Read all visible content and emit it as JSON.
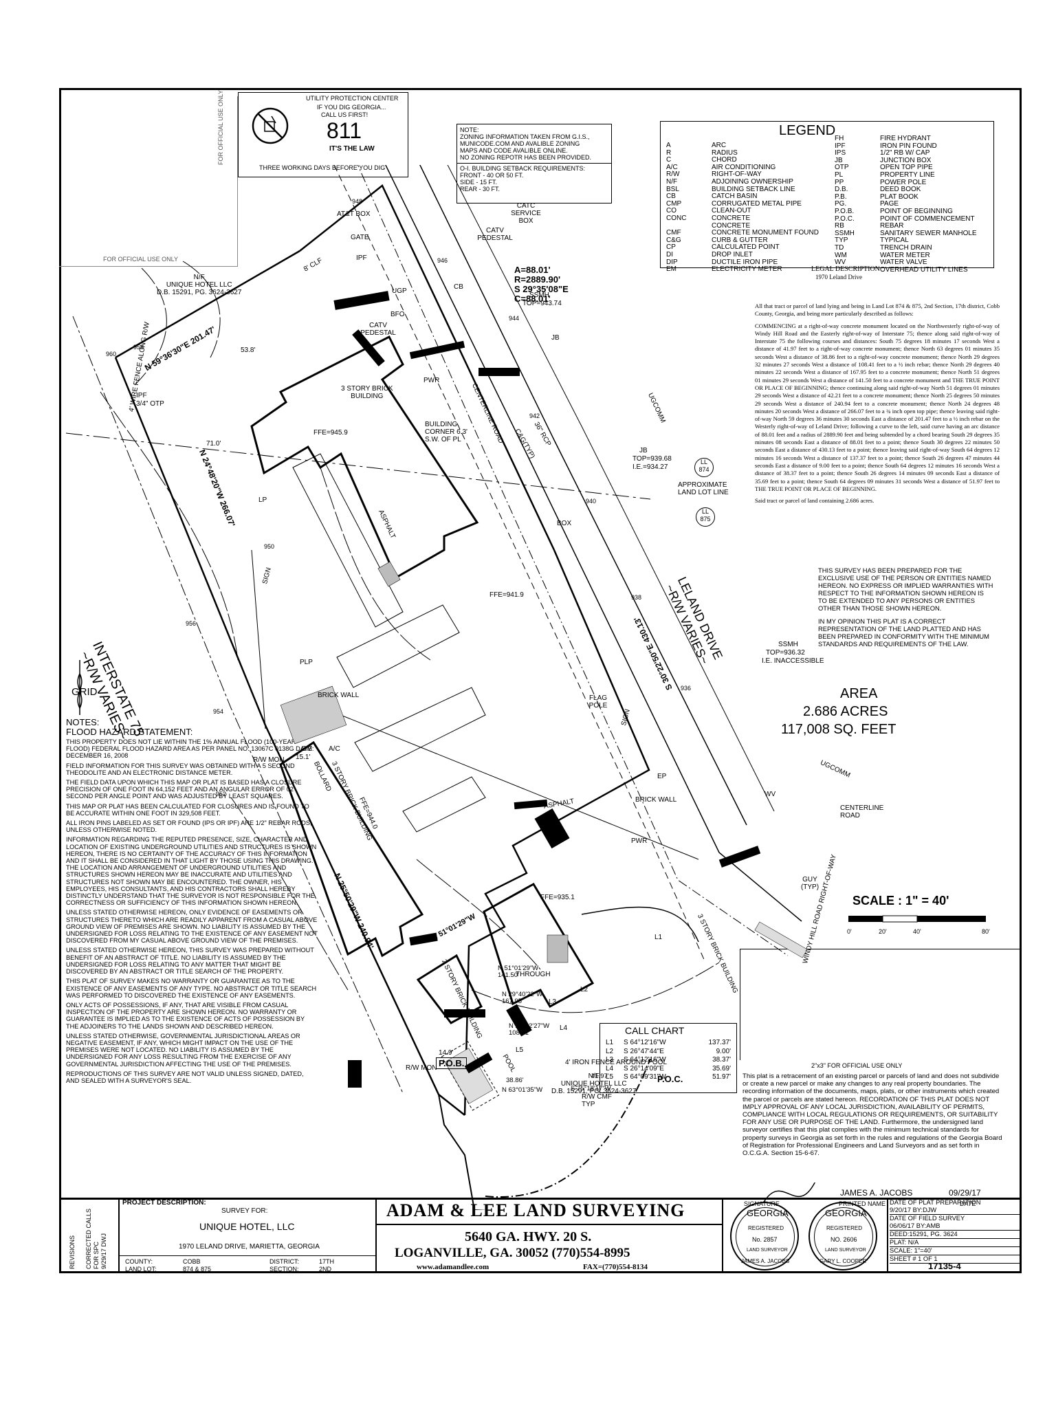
{
  "utility": {
    "header": "UTILITY PROTECTION CENTER",
    "line1": "IF YOU DIG GEORGIA...",
    "line2": "CALL US FIRST!",
    "number": "811",
    "law": "IT'S THE LAW",
    "footer": "THREE WORKING DAYS BEFORE YOU DIG"
  },
  "official_use_vertical": "FOR OFFICIAL USE ONLY",
  "official_use_bottom": "FOR OFFICIAL USE ONLY",
  "zoning_note": {
    "lines": [
      "NOTE:",
      "ZONING INFORMATION TAKEN FROM G.I.S.,",
      "MUNICODE.COM AND AVALIBLE ZONING",
      "MAPS AND CODE AVALIBLE ONLINE.",
      "NO ZONING REPOTR HAS BEEN PROVIDED."
    ],
    "setback": [
      "O-I. BUILDING SETBACK REQUIREMENTS:",
      "FRONT - 40 OR 50 FT.",
      "SIDE - 15 FT.",
      "REAR - 30 FT."
    ]
  },
  "legend": {
    "title": "LEGEND",
    "left": [
      [
        "A",
        "ARC"
      ],
      [
        "R",
        "RADIUS"
      ],
      [
        "C",
        "CHORD"
      ],
      [
        "A/C",
        "AIR CONDITIONING"
      ],
      [
        "R/W",
        "RIGHT-OF-WAY"
      ],
      [
        "N/F",
        "ADJOINING OWNERSHIP"
      ],
      [
        "BSL",
        "BUILDING SETBACK LINE"
      ],
      [
        "CB",
        "CATCH BASIN"
      ],
      [
        "CMP",
        "CORRUGATED METAL PIPE"
      ],
      [
        "CO",
        "CLEAN-OUT"
      ],
      [
        "CONC",
        "CONCRETE"
      ],
      [
        "",
        "CONCRETE"
      ],
      [
        "CMF",
        "CONCRETE MONUMENT FOUND"
      ],
      [
        "C&G",
        "CURB & GUTTER"
      ],
      [
        "CP",
        "CALCULATED POINT"
      ],
      [
        "DI",
        "DROP INLET"
      ],
      [
        "DIP",
        "DUCTILE IRON PIPE"
      ],
      [
        "EM",
        "ELECTRICITY METER"
      ]
    ],
    "right": [
      [
        "FH",
        "FIRE HYDRANT"
      ],
      [
        "IPF",
        "IRON PIN FOUND"
      ],
      [
        "IPS",
        "1/2\" RB W/ CAP"
      ],
      [
        "JB",
        "JUNCTION BOX"
      ],
      [
        "OTP",
        "OPEN TOP PIPE"
      ],
      [
        "PL",
        "PROPERTY LINE"
      ],
      [
        "PP",
        "POWER POLE"
      ],
      [
        "D.B.",
        "DEED BOOK"
      ],
      [
        "P.B.",
        "PLAT BOOK"
      ],
      [
        "PG.",
        "PAGE"
      ],
      [
        "P.O.B.",
        "POINT OF BEGINNING"
      ],
      [
        "P.O.C.",
        "POINT OF COMMENCEMENT"
      ],
      [
        "RB",
        "REBAR"
      ],
      [
        "SSMH",
        "SANITARY SEWER MANHOLE"
      ],
      [
        "TYP",
        "TYPICAL"
      ],
      [
        "TD",
        "TRENCH DRAIN"
      ],
      [
        "WM",
        "WATER METER"
      ],
      [
        "WV",
        "WATER VALVE"
      ],
      [
        "",
        "OVERHEAD UTILITY LINES"
      ]
    ]
  },
  "legal": {
    "title": "LEGAL DESCRIPTION",
    "subtitle": "1970 Leland Drive",
    "p1": "All that tract or parcel of land lying and being in Land Lot 874 & 875, 2nd Section, 17th district, Cobb County, Georgia, and being more particularly described as follows:",
    "p2": "COMMENCING at a right-of-way concrete monument located on the Northwesterly right-of-way of Windy Hill Road and the Easterly right-of-way of Interstate 75; thence along said right-of-way of Interstate 75 the following courses and distances: South 75 degrees 18 minutes 17 seconds West a distance of 41.97 feet to a right-of-way concrete monument; thence North 63 degrees 01 minutes 35 seconds West a distance of 38.86 feet to a right-of-way concrete monument; thence North 29 degrees 32 minutes 27 seconds West a distance of 108.41 feet to a ½ inch rebar; thence North 29 degrees 40 minutes 22 seconds West a distance of 167.95 feet to a concrete monument; thence North 51 degrees 01 minutes 29 seconds West a distance of 141.50 feet to a concrete monument and THE TRUE POINT OR PLACE OF BEGINNING; thence continuing along said right-of-way North 51 degrees 01 minutes 29 seconds West a distance of 42.21 feet to a concrete monument; thence North 25 degrees 50 minutes 29 seconds West a distance of 240.94 feet to a concrete monument; thence North 24 degrees 48 minutes 20 seconds West a distance of 266.07 feet to a ¾ inch open top pipe; thence leaving said right-of-way North 59 degrees 36 minutes 30 seconds East a distance of 201.47 feet to a ½ inch rebar on the Westerly right-of-way of Leland Drive; following a curve to the left, said curve having an arc distance of 88.01 feet and a radius of 2889.90 feet and being subtended by a chord bearing South 29 degrees 35 minutes 08 seconds East a distance of 88.01 feet to a point; thence South 30 degrees 22 minutes 50 seconds East a distance of 430.13 feet to a point; thence leaving said right-of-way South 64 degrees 12 minutes 16 seconds West a distance of 137.37 feet to a point; thence South 26 degrees 47 minutes 44 seconds East a distance of 9.00 feet to a point; thence South 64 degrees 12 minutes 16 seconds West a distance of 38.37 feet to a point; thence South 26 degrees 14 minutes 09 seconds East a distance of 35.69 feet to a point; thence South 64 degrees 09 minutes 31 seconds West a distance of 51.97 feet to THE TRUE POINT OR PLACE OF BEGINNING.",
    "p3": "Said tract or parcel of land containing 2.686 acres."
  },
  "exclusive_use": "THIS SURVEY HAS BEEN PREPARED FOR THE EXCLUSIVE USE OF THE PERSON OR ENTITIES NAMED HEREON. NO EXPRESS OR IMPLIED WARRANTIES WITH RESPECT TO THE INFORMATION SHOWN HEREON IS TO BE EXTENDED TO ANY PERSONS OR ENTITIES OTHER THAN THOSE SHOWN HEREON.",
  "opinion": "IN MY OPINION THIS PLAT IS A CORRECT REPRESENTATION OF THE LAND PLATTED AND HAS BEEN PREPARED IN CONFORMITY WITH THE MINIMUM STANDARDS AND REQUIREMENTS OF THE LAW.",
  "area": {
    "label": "AREA",
    "acres": "2.686 ACRES",
    "sqft": "117,008 SQ. FEET"
  },
  "scale": {
    "label": "SCALE : 1\" = 40'",
    "ticks": [
      "0'",
      "20'",
      "40'",
      "80'"
    ]
  },
  "call_chart": {
    "title": "CALL CHART",
    "rows": [
      [
        "L1",
        "S 64°12'16\"W",
        "137.37'"
      ],
      [
        "L2",
        "S 26°47'44\"E",
        "9.00'"
      ],
      [
        "L3",
        "S 64°12'16\"W",
        "38.37'"
      ],
      [
        "L4",
        "S 26°14'09\"E",
        "35.69'"
      ],
      [
        "L5",
        "S 64°09'31\"W",
        "51.97'"
      ]
    ]
  },
  "notes": {
    "title": "NOTES:",
    "flood_title": "FLOOD HAZARD STATEMENT:",
    "items": [
      "THIS PROPERTY DOES NOT LIE WITHIN THE 1% ANNUAL FLOOD (100-YEAR FLOOD) FEDERAL FLOOD HAZARD AREA AS PER PANEL NO. 13067C 0138G DATE: DECEMBER 16, 2008",
      "FIELD INFORMATION FOR THIS SURVEY WAS OBTAINED WITH A 5 SECOND THEODOLITE AND AN ELECTRONIC DISTANCE METER.",
      "THE FIELD DATA UPON WHICH THIS MAP OR PLAT IS BASED HAS A CLOSURE PRECISION OF ONE FOOT IN 64,152 FEET AND AN ANGULAR ERROR OF 02 SECOND PER ANGLE POINT AND WAS ADJUSTED BY LEAST SQUARES.",
      "THIS MAP OR PLAT HAS BEEN CALCULATED FOR CLOSURES AND IS FOUND TO BE ACCURATE WITHIN ONE FOOT IN 329,508 FEET.",
      "ALL IRON PINS LABELED AS SET OR FOUND (IPS OR IPF) ARE 1/2\" REBAR RODS, UNLESS OTHERWISE NOTED.",
      "INFORMATION REGARDING THE REPUTED PRESENCE, SIZE, CHARACTER AND LOCATION OF EXISTING UNDERGROUND UTILITIES AND STRUCTURES IS SHOWN HEREON, THERE IS NO CERTAINTY OF THE ACCURACY OF THIS INFORMATION AND IT SHALL BE CONSIDERED IN THAT LIGHT BY THOSE USING THIS DRAWING. THE LOCATION AND ARRANGEMENT OF UNDERGROUND UTILITIES AND STRUCTURES SHOWN HEREON MAY BE INACCURATE AND UTILITIES AND STRUCTURES NOT SHOWN MAY BE ENCOUNTERED. THE OWNER, HIS EMPLOYEES, HIS CONSULTANTS, AND HIS CONTRACTORS SHALL HEREBY DISTINCTLY UNDERSTAND THAT THE SURVEYOR IS NOT RESPONSIBLE FOR THE CORRECTNESS OR SUFFICIENCY OF THIS INFORMATION SHOWN HEREON.",
      "UNLESS STATED OTHERWISE HEREON, ONLY EVIDENCE OF EASEMENTS OR STRUCTURES THERETO WHICH ARE READILY APPARENT FROM A CASUAL ABOVE GROUND VIEW OF PREMISES ARE SHOWN. NO LIABILITY IS ASSUMED BY THE UNDERSIGNED FOR LOSS RELATING TO THE EXISTENCE OF ANY EASEMENT NOT DISCOVERED FROM MY CASUAL ABOVE GROUND VIEW OF THE PREMISES.",
      "UNLESS STATED OTHERWISE HEREON, THIS SURVEY WAS PREPARED WITHOUT BENEFIT OF AN ABSTRACT OF TITLE. NO LIABILITY IS ASSUMED BY THE UNDERSIGNED FOR LOSS RELATING TO ANY MATTER THAT MIGHT BE DISCOVERED BY AN ABSTRACT OR TITLE SEARCH OF THE PROPERTY.",
      "THIS PLAT OF SURVEY MAKES NO WARRANTY OR GUARANTEE AS TO THE EXISTENCE OF ANY EASEMENTS OF ANY TYPE. NO ABSTRACT OR TITLE SEARCH WAS PERFORMED TO DISCOVERED THE EXISTENCE OF ANY EASEMENTS.",
      "ONLY ACTS OF POSSESSIONS, IF ANY, THAT ARE VISIBLE FROM CASUAL INSPECTION OF THE PROPERTY ARE SHOWN HEREON. NO WARRANTY OR GUARANTEE IS IMPLIED AS TO THE EXISTENCE OF ACTS OF POSSESSION BY THE ADJOINERS TO THE LANDS SHOWN AND DESCRIBED HEREON.",
      "UNLESS STATED OTHERWISE, GOVERNMENTAL JURISDICTIONAL AREAS OR NEGATIVE EASEMENT, IF ANY, WHICH MIGHT IMPACT ON THE USE OF THE PREMISES WERE NOT LOCATED. NO LIABILITY IS ASSUMED BY THE UNDERSIGNED FOR ANY LOSS RESULTING FROM THE EXERCISE OF ANY GOVERNMENTAL JURISDICTION AFFECTING THE USE OF THE PREMISES.",
      "REPRODUCTIONS OF THIS SURVEY ARE NOT VALID UNLESS SIGNED, DATED, AND SEALED WITH A SURVEYOR'S SEAL."
    ]
  },
  "retracement": {
    "official": "2\"x3\" FOR OFFICIAL USE ONLY",
    "text": "This plat is a retracement of an existing parcel or parcels of land and does not subdivide or create a new parcel or make any changes to any real property boundaries. The recording information of the documents, maps, plats, or other instruments which created the parcel or parcels are stated hereon. RECORDATION OF THIS PLAT DOES NOT IMPLY APPROVAL OF ANY LOCAL JURISDICTION, AVAILABILITY OF PERMITS, COMPLIANCE WITH LOCAL REGULATIONS OR REQUIREMENTS, OR SUITABILITY FOR ANY USE OR PURPOSE OF THE LAND. Furthermore, the undersigned land surveyor certifies that this plat complies with the minimum technical standards for property surveys in Georgia as set forth in the rules and regulations of the Georgia Board of Registration for Professional Engineers and Land Surveyors and as set forth in O.C.G.A. Section 15-6-67."
  },
  "signature": {
    "name": "JAMES A. JACOBS",
    "date": "09/29/17",
    "sig_label": "SIGNATURE",
    "printed_label": "PRINTED NAME",
    "date_label": "DATE"
  },
  "title_block": {
    "revisions": "REVISIONS",
    "rev1": "CORRECTED CALLS FOR SPC",
    "rev2": "9/29/17 DWJ",
    "project_desc": "PROJECT DESCRIPTION:",
    "survey_for": "SURVEY FOR:",
    "client": "UNIQUE HOTEL, LLC",
    "address": "1970 LELAND DRIVE, MARIETTA, GEORGIA",
    "county_label": "COUNTY:",
    "county": "COBB",
    "district_label": "DISTRICT:",
    "district": "17TH",
    "landlot_label": "LAND LOT:",
    "landlot": "874 & 875",
    "section_label": "SECTION:",
    "section": "2ND",
    "company": "ADAM & LEE LAND SURVEYING",
    "company_addr1": "5640 GA. HWY. 20 S.",
    "company_addr2": "LOGANVILLE, GA. 30052 (770)554-8995",
    "website": "www.adamandlee.com",
    "fax": "FAX=(770)554-8134",
    "seal1": {
      "top": "GEORGIA",
      "mid": "REGISTERED",
      "no": "No. 2857",
      "ring": "LAND SURVEYOR",
      "name": "JAMES A. JACOBS"
    },
    "seal2": {
      "top": "GEORGIA",
      "mid": "REGISTERED",
      "no": "NO. 2606",
      "ring": "LAND SURVEYOR",
      "name": "GARY L. COOPER"
    },
    "info": [
      "DATE OF PLAT PREPARATION",
      "9/20/17 BY:DJW",
      "DATE OF FIELD SURVEY",
      "06/06/17 BY:AMB",
      "DEED:15291, PG. 3624",
      "PLAT: N/A",
      "SCALE: 1\"=40'",
      "SHEET # 1 OF 1"
    ],
    "job": "17135-4"
  },
  "map": {
    "owner_top": [
      "N/F",
      "UNIQUE HOTEL LLC",
      "D.B. 15291, PG. 3624-3627"
    ],
    "owner_bottom": [
      "N/F",
      "UNIQUE HOTEL LLC",
      "D.B. 15291, PG. 3624-3627"
    ],
    "curve": [
      "A=88.01'",
      "R=2889.90'",
      "S 29°35'08\"E",
      "C=88.01'"
    ],
    "interstate": [
      "INTERSTATE 75",
      "~R/W VARIES~"
    ],
    "leland": [
      "LELAND DRIVE",
      "~R/W VARIES~"
    ],
    "bearings": {
      "b1": "N 59°36'30\"E",
      "b1d": "201.47'",
      "b2": "N 24°48'20\"W",
      "b2d": "266.07'",
      "b3": "N 25°50'29\"W",
      "b3d": "240.94'",
      "b4": "N 51°01'29\"W",
      "b5": "S 30°22'50\"E",
      "b5d": "430.13'"
    },
    "poc_lines": [
      "N 51°01'29\"W",
      "141.50'",
      "N 29°40'22\"W",
      "167.95'",
      "N 29°32'27\"W",
      "108.41'",
      "38.86'",
      "N 63°01'35\"W",
      "41.97'",
      "S 75°18'17\"W"
    ],
    "labels": {
      "grid": "GRID",
      "pob": "P.O.B.",
      "poc": "P.O.C.",
      "att": "AT&T BOX",
      "gate": "GATE",
      "catc": "CATC SERVICE BOX",
      "catv1": "CATV PEDESTAL",
      "catv2": "CATV PEDESTAL",
      "ssmh1": "SSMH",
      "ssmh1v": "TOP=943.74",
      "jb": "JB",
      "jbv1": "TOP=939.68",
      "jbv2": "I.E.=934.27",
      "ssmh2": "SSMH",
      "ssmh2v1": "TOP=936.32",
      "ssmh2v2": "I.E. INACCESSIBLE",
      "bldg1a": "3 STORY BRICK",
      "bldg1b": "BUILDING",
      "ffe1": "FFE=945.9",
      "corner": "BUILDING CORNER 6.3' S.W. OF PL",
      "asphalt1": "ASPHALT",
      "asphalt2": "ASPHALT",
      "ffe2": "FFE=941.9",
      "ffe3": "FFE=944.0",
      "ffe4": "FFE=935.1",
      "bldg2": "3 STORY BRICK BUILDING",
      "bldg3": "2 STORY BRICK BUILDING",
      "bldg4": "3 STORY BRICK BUILDING",
      "through": "THROUGH",
      "fence": "4' IRON FENCE AROUND POOL",
      "pool": "POOL",
      "flag": "FLAG POLE",
      "sign1": "SIGN",
      "sign2": "SIGN",
      "llline": "APPROXIMATE LAND LOT LINE",
      "ll874": "LL 874",
      "ll875": "LL 875",
      "centerline1": "CENTERLINE ROAD",
      "centerline2": "CENTERLINE ROAD",
      "ugcomm": "UGCOMM",
      "ugcomm2": "UGCOMM",
      "windy": "WINDY HILL ROAD RIGHT-OF-WAY",
      "rwmon1": "R/W MON",
      "rwmon2": "R/W MON",
      "d1": "71.0'",
      "d2": "53.8'",
      "d3": "15.1'",
      "d4": "14.9'",
      "ipf": "IPF",
      "ipf2": "IPF",
      "otp": "3/4\" OTP",
      "clf": "8' CLF",
      "wire": "4' WIRE FENCE ALONG R/W",
      "cb": "CB",
      "bfo": "BFO",
      "ugp": "UGP",
      "rcp": "36\" RCP",
      "cg": "C&G(TYP)",
      "box": "BOX",
      "lp": "LP",
      "plp": "PLP",
      "bollard": "BOLLARD",
      "brick": "BRICK WALL",
      "gm": "GM",
      "ac": "A/C",
      "pwr": "PWR",
      "ep": "EP",
      "wv": "WV",
      "guy": "GUY (TYP)",
      "rwcmf": "R/W CMF TYP",
      "l1": "L1",
      "l2": "L2",
      "l3": "L3",
      "l4": "L4",
      "l5": "L5"
    },
    "contours": [
      "948",
      "946",
      "944",
      "942",
      "940",
      "938",
      "936",
      "950",
      "952",
      "954",
      "956",
      "958",
      "960"
    ]
  }
}
